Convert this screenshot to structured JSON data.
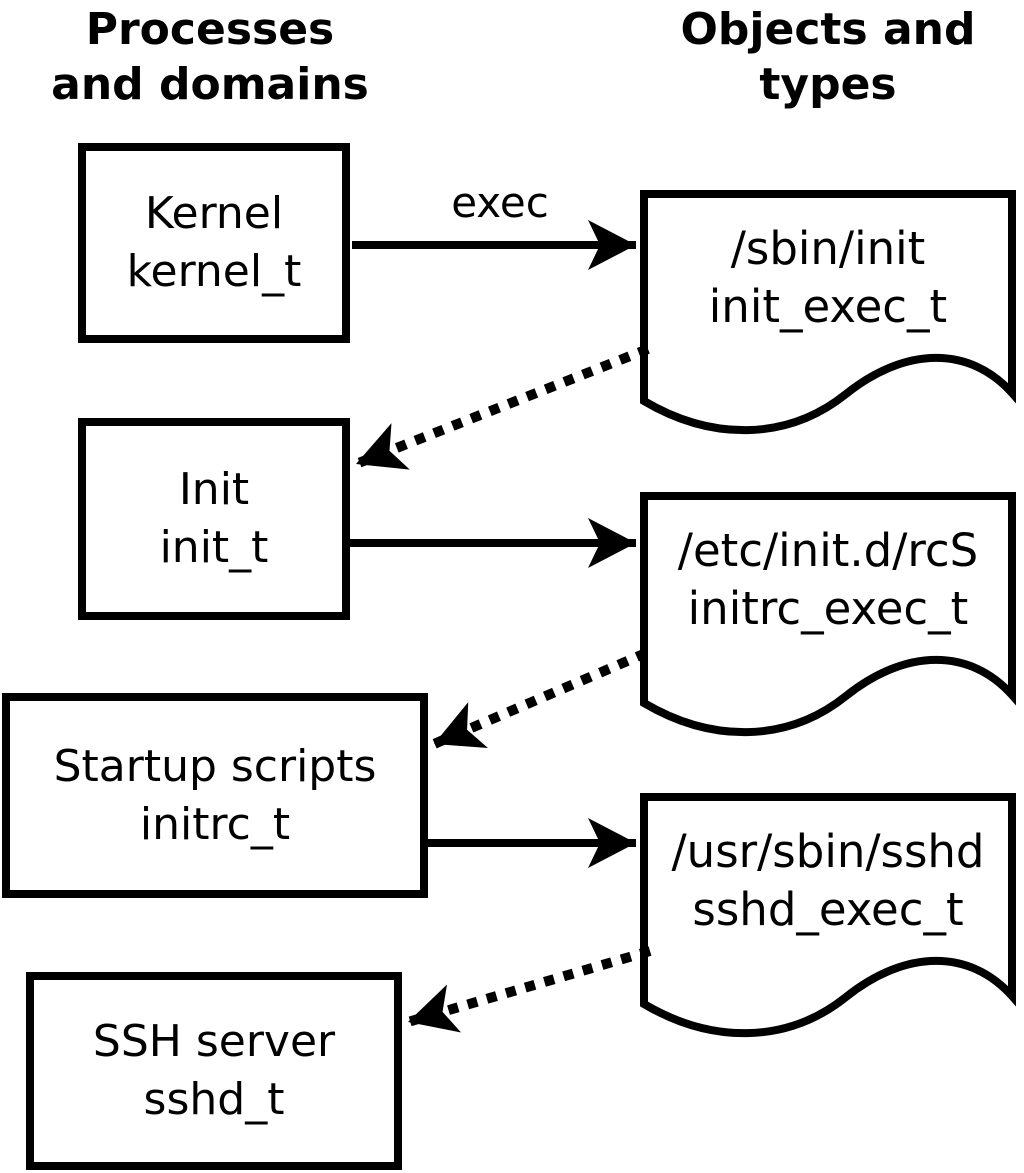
{
  "colors": {
    "foreground": "#000000",
    "background": "#ffffff"
  },
  "headers": {
    "processes_column": "Processes\nand domains",
    "objects_column": "Objects and\ntypes"
  },
  "edge_labels": {
    "exec": "exec"
  },
  "processes": [
    {
      "name": "Kernel",
      "type": "kernel_t"
    },
    {
      "name": "Init",
      "type": "init_t"
    },
    {
      "name": "Startup scripts",
      "type": "initrc_t"
    },
    {
      "name": "SSH server",
      "type": "sshd_t"
    }
  ],
  "objects": [
    {
      "path": "/sbin/init",
      "type": "init_exec_t"
    },
    {
      "path": "/etc/init.d/rcS",
      "type": "initrc_exec_t"
    },
    {
      "path": "/usr/sbin/sshd",
      "type": "sshd_exec_t"
    }
  ]
}
